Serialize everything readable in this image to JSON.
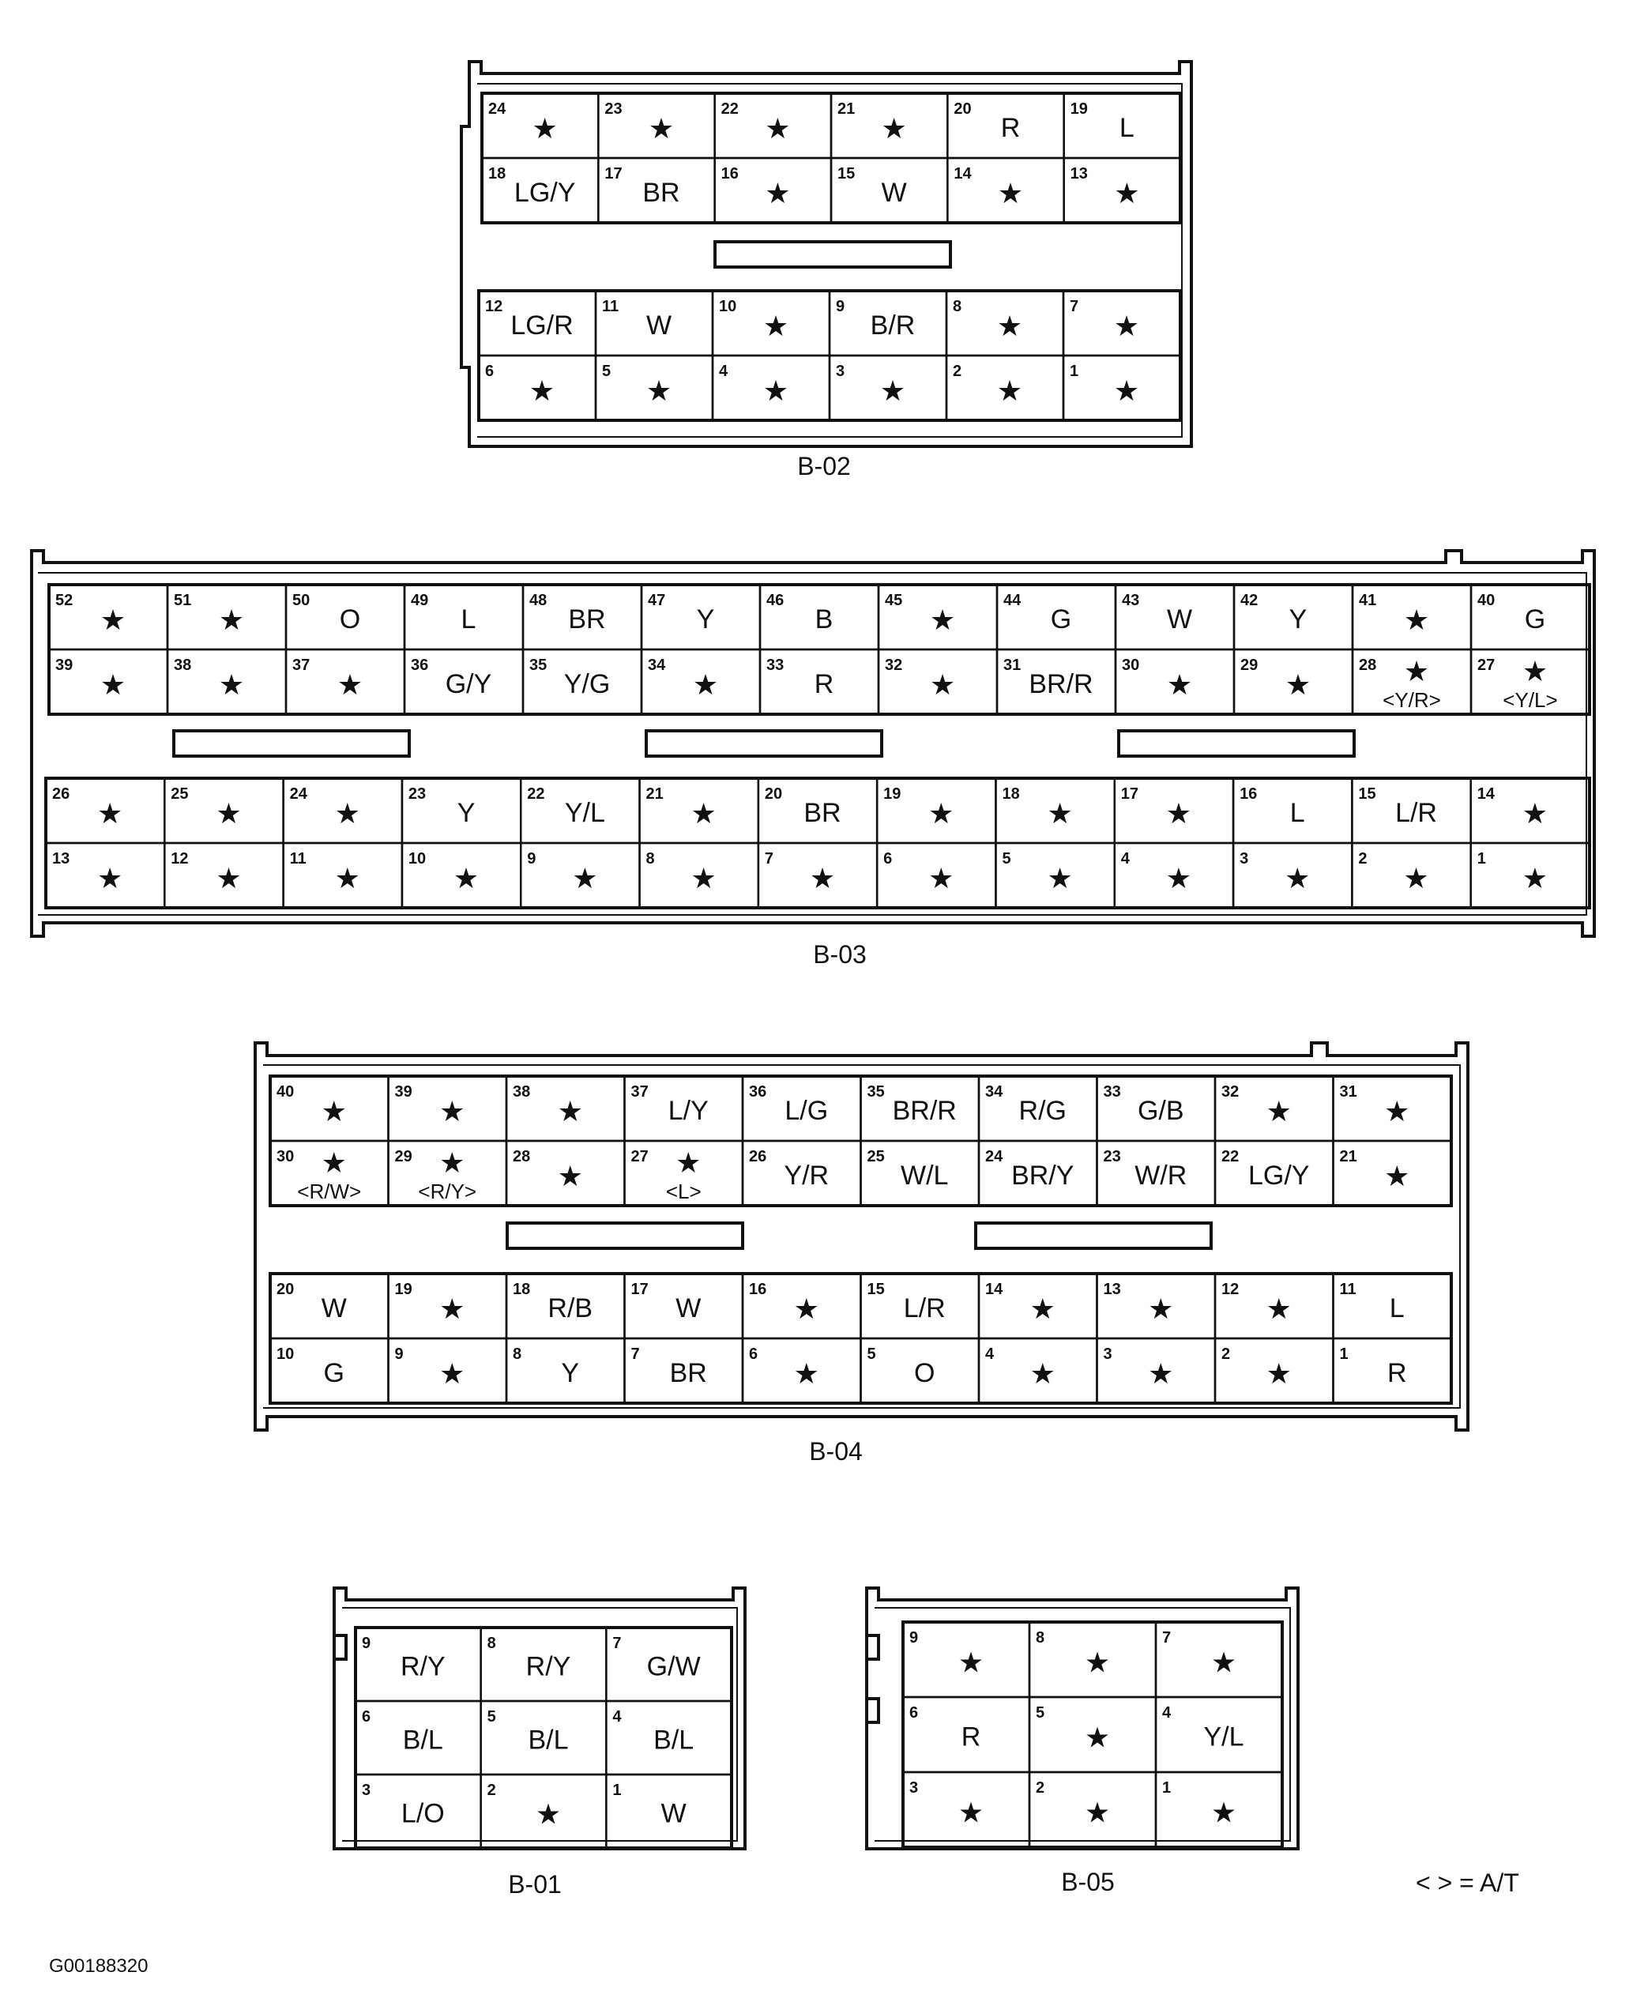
{
  "legend": "< > = A/T",
  "figure_id": "G00188320",
  "connectors": [
    {
      "id": "B-02",
      "blocks": [
        [
          [
            {
              "n": "24",
              "t": "★"
            },
            {
              "n": "23",
              "t": "★"
            },
            {
              "n": "22",
              "t": "★"
            },
            {
              "n": "21",
              "t": "★"
            },
            {
              "n": "20",
              "t": "R"
            },
            {
              "n": "19",
              "t": "L"
            }
          ],
          [
            {
              "n": "18",
              "t": "LG/Y"
            },
            {
              "n": "17",
              "t": "BR"
            },
            {
              "n": "16",
              "t": "★"
            },
            {
              "n": "15",
              "t": "W"
            },
            {
              "n": "14",
              "t": "★"
            },
            {
              "n": "13",
              "t": "★"
            }
          ]
        ],
        [
          [
            {
              "n": "12",
              "t": "LG/R"
            },
            {
              "n": "11",
              "t": "W"
            },
            {
              "n": "10",
              "t": "★"
            },
            {
              "n": "9",
              "t": "B/R"
            },
            {
              "n": "8",
              "t": "★"
            },
            {
              "n": "7",
              "t": "★"
            }
          ],
          [
            {
              "n": "6",
              "t": "★"
            },
            {
              "n": "5",
              "t": "★"
            },
            {
              "n": "4",
              "t": "★"
            },
            {
              "n": "3",
              "t": "★"
            },
            {
              "n": "2",
              "t": "★"
            },
            {
              "n": "1",
              "t": "★"
            }
          ]
        ]
      ]
    },
    {
      "id": "B-03",
      "blocks": [
        [
          [
            {
              "n": "52",
              "t": "★"
            },
            {
              "n": "51",
              "t": "★"
            },
            {
              "n": "50",
              "t": "O"
            },
            {
              "n": "49",
              "t": "L"
            },
            {
              "n": "48",
              "t": "BR"
            },
            {
              "n": "47",
              "t": "Y"
            },
            {
              "n": "46",
              "t": "B"
            },
            {
              "n": "45",
              "t": "★"
            },
            {
              "n": "44",
              "t": "G"
            },
            {
              "n": "43",
              "t": "W"
            },
            {
              "n": "42",
              "t": "Y"
            },
            {
              "n": "41",
              "t": "★"
            },
            {
              "n": "40",
              "t": "G"
            }
          ],
          [
            {
              "n": "39",
              "t": "★"
            },
            {
              "n": "38",
              "t": "★"
            },
            {
              "n": "37",
              "t": "★"
            },
            {
              "n": "36",
              "t": "G/Y"
            },
            {
              "n": "35",
              "t": "Y/G"
            },
            {
              "n": "34",
              "t": "★"
            },
            {
              "n": "33",
              "t": "R"
            },
            {
              "n": "32",
              "t": "★"
            },
            {
              "n": "31",
              "t": "BR/R"
            },
            {
              "n": "30",
              "t": "★"
            },
            {
              "n": "29",
              "t": "★"
            },
            {
              "n": "28",
              "t": "★",
              "s": "<Y/R>"
            },
            {
              "n": "27",
              "t": "★",
              "s": "<Y/L>"
            }
          ]
        ],
        [
          [
            {
              "n": "26",
              "t": "★"
            },
            {
              "n": "25",
              "t": "★"
            },
            {
              "n": "24",
              "t": "★"
            },
            {
              "n": "23",
              "t": "Y"
            },
            {
              "n": "22",
              "t": "Y/L"
            },
            {
              "n": "21",
              "t": "★"
            },
            {
              "n": "20",
              "t": "BR"
            },
            {
              "n": "19",
              "t": "★"
            },
            {
              "n": "18",
              "t": "★"
            },
            {
              "n": "17",
              "t": "★"
            },
            {
              "n": "16",
              "t": "L"
            },
            {
              "n": "15",
              "t": "L/R"
            },
            {
              "n": "14",
              "t": "★"
            }
          ],
          [
            {
              "n": "13",
              "t": "★"
            },
            {
              "n": "12",
              "t": "★"
            },
            {
              "n": "11",
              "t": "★"
            },
            {
              "n": "10",
              "t": "★"
            },
            {
              "n": "9",
              "t": "★"
            },
            {
              "n": "8",
              "t": "★"
            },
            {
              "n": "7",
              "t": "★"
            },
            {
              "n": "6",
              "t": "★"
            },
            {
              "n": "5",
              "t": "★"
            },
            {
              "n": "4",
              "t": "★"
            },
            {
              "n": "3",
              "t": "★"
            },
            {
              "n": "2",
              "t": "★"
            },
            {
              "n": "1",
              "t": "★"
            }
          ]
        ]
      ]
    },
    {
      "id": "B-04",
      "blocks": [
        [
          [
            {
              "n": "40",
              "t": "★"
            },
            {
              "n": "39",
              "t": "★"
            },
            {
              "n": "38",
              "t": "★"
            },
            {
              "n": "37",
              "t": "L/Y"
            },
            {
              "n": "36",
              "t": "L/G"
            },
            {
              "n": "35",
              "t": "BR/R"
            },
            {
              "n": "34",
              "t": "R/G"
            },
            {
              "n": "33",
              "t": "G/B"
            },
            {
              "n": "32",
              "t": "★"
            },
            {
              "n": "31",
              "t": "★"
            }
          ],
          [
            {
              "n": "30",
              "t": "★",
              "s": "<R/W>"
            },
            {
              "n": "29",
              "t": "★",
              "s": "<R/Y>"
            },
            {
              "n": "28",
              "t": "★"
            },
            {
              "n": "27",
              "t": "★",
              "s": "<L>"
            },
            {
              "n": "26",
              "t": "Y/R"
            },
            {
              "n": "25",
              "t": "W/L"
            },
            {
              "n": "24",
              "t": "BR/Y"
            },
            {
              "n": "23",
              "t": "W/R"
            },
            {
              "n": "22",
              "t": "LG/Y"
            },
            {
              "n": "21",
              "t": "★"
            }
          ]
        ],
        [
          [
            {
              "n": "20",
              "t": "W"
            },
            {
              "n": "19",
              "t": "★"
            },
            {
              "n": "18",
              "t": "R/B"
            },
            {
              "n": "17",
              "t": "W"
            },
            {
              "n": "16",
              "t": "★"
            },
            {
              "n": "15",
              "t": "L/R"
            },
            {
              "n": "14",
              "t": "★"
            },
            {
              "n": "13",
              "t": "★"
            },
            {
              "n": "12",
              "t": "★"
            },
            {
              "n": "11",
              "t": "L"
            }
          ],
          [
            {
              "n": "10",
              "t": "G"
            },
            {
              "n": "9",
              "t": "★"
            },
            {
              "n": "8",
              "t": "Y"
            },
            {
              "n": "7",
              "t": "BR"
            },
            {
              "n": "6",
              "t": "★"
            },
            {
              "n": "5",
              "t": "O"
            },
            {
              "n": "4",
              "t": "★"
            },
            {
              "n": "3",
              "t": "★"
            },
            {
              "n": "2",
              "t": "★"
            },
            {
              "n": "1",
              "t": "R"
            }
          ]
        ]
      ]
    },
    {
      "id": "B-01",
      "blocks": [
        [
          [
            {
              "n": "9",
              "t": "R/Y"
            },
            {
              "n": "8",
              "t": "R/Y"
            },
            {
              "n": "7",
              "t": "G/W"
            }
          ],
          [
            {
              "n": "6",
              "t": "B/L"
            },
            {
              "n": "5",
              "t": "B/L"
            },
            {
              "n": "4",
              "t": "B/L"
            }
          ],
          [
            {
              "n": "3",
              "t": "L/O"
            },
            {
              "n": "2",
              "t": "★"
            },
            {
              "n": "1",
              "t": "W"
            }
          ]
        ]
      ]
    },
    {
      "id": "B-05",
      "blocks": [
        [
          [
            {
              "n": "9",
              "t": "★"
            },
            {
              "n": "8",
              "t": "★"
            },
            {
              "n": "7",
              "t": "★"
            }
          ],
          [
            {
              "n": "6",
              "t": "R"
            },
            {
              "n": "5",
              "t": "★"
            },
            {
              "n": "4",
              "t": "Y/L"
            }
          ],
          [
            {
              "n": "3",
              "t": "★"
            },
            {
              "n": "2",
              "t": "★"
            },
            {
              "n": "1",
              "t": "★"
            }
          ]
        ]
      ]
    }
  ]
}
